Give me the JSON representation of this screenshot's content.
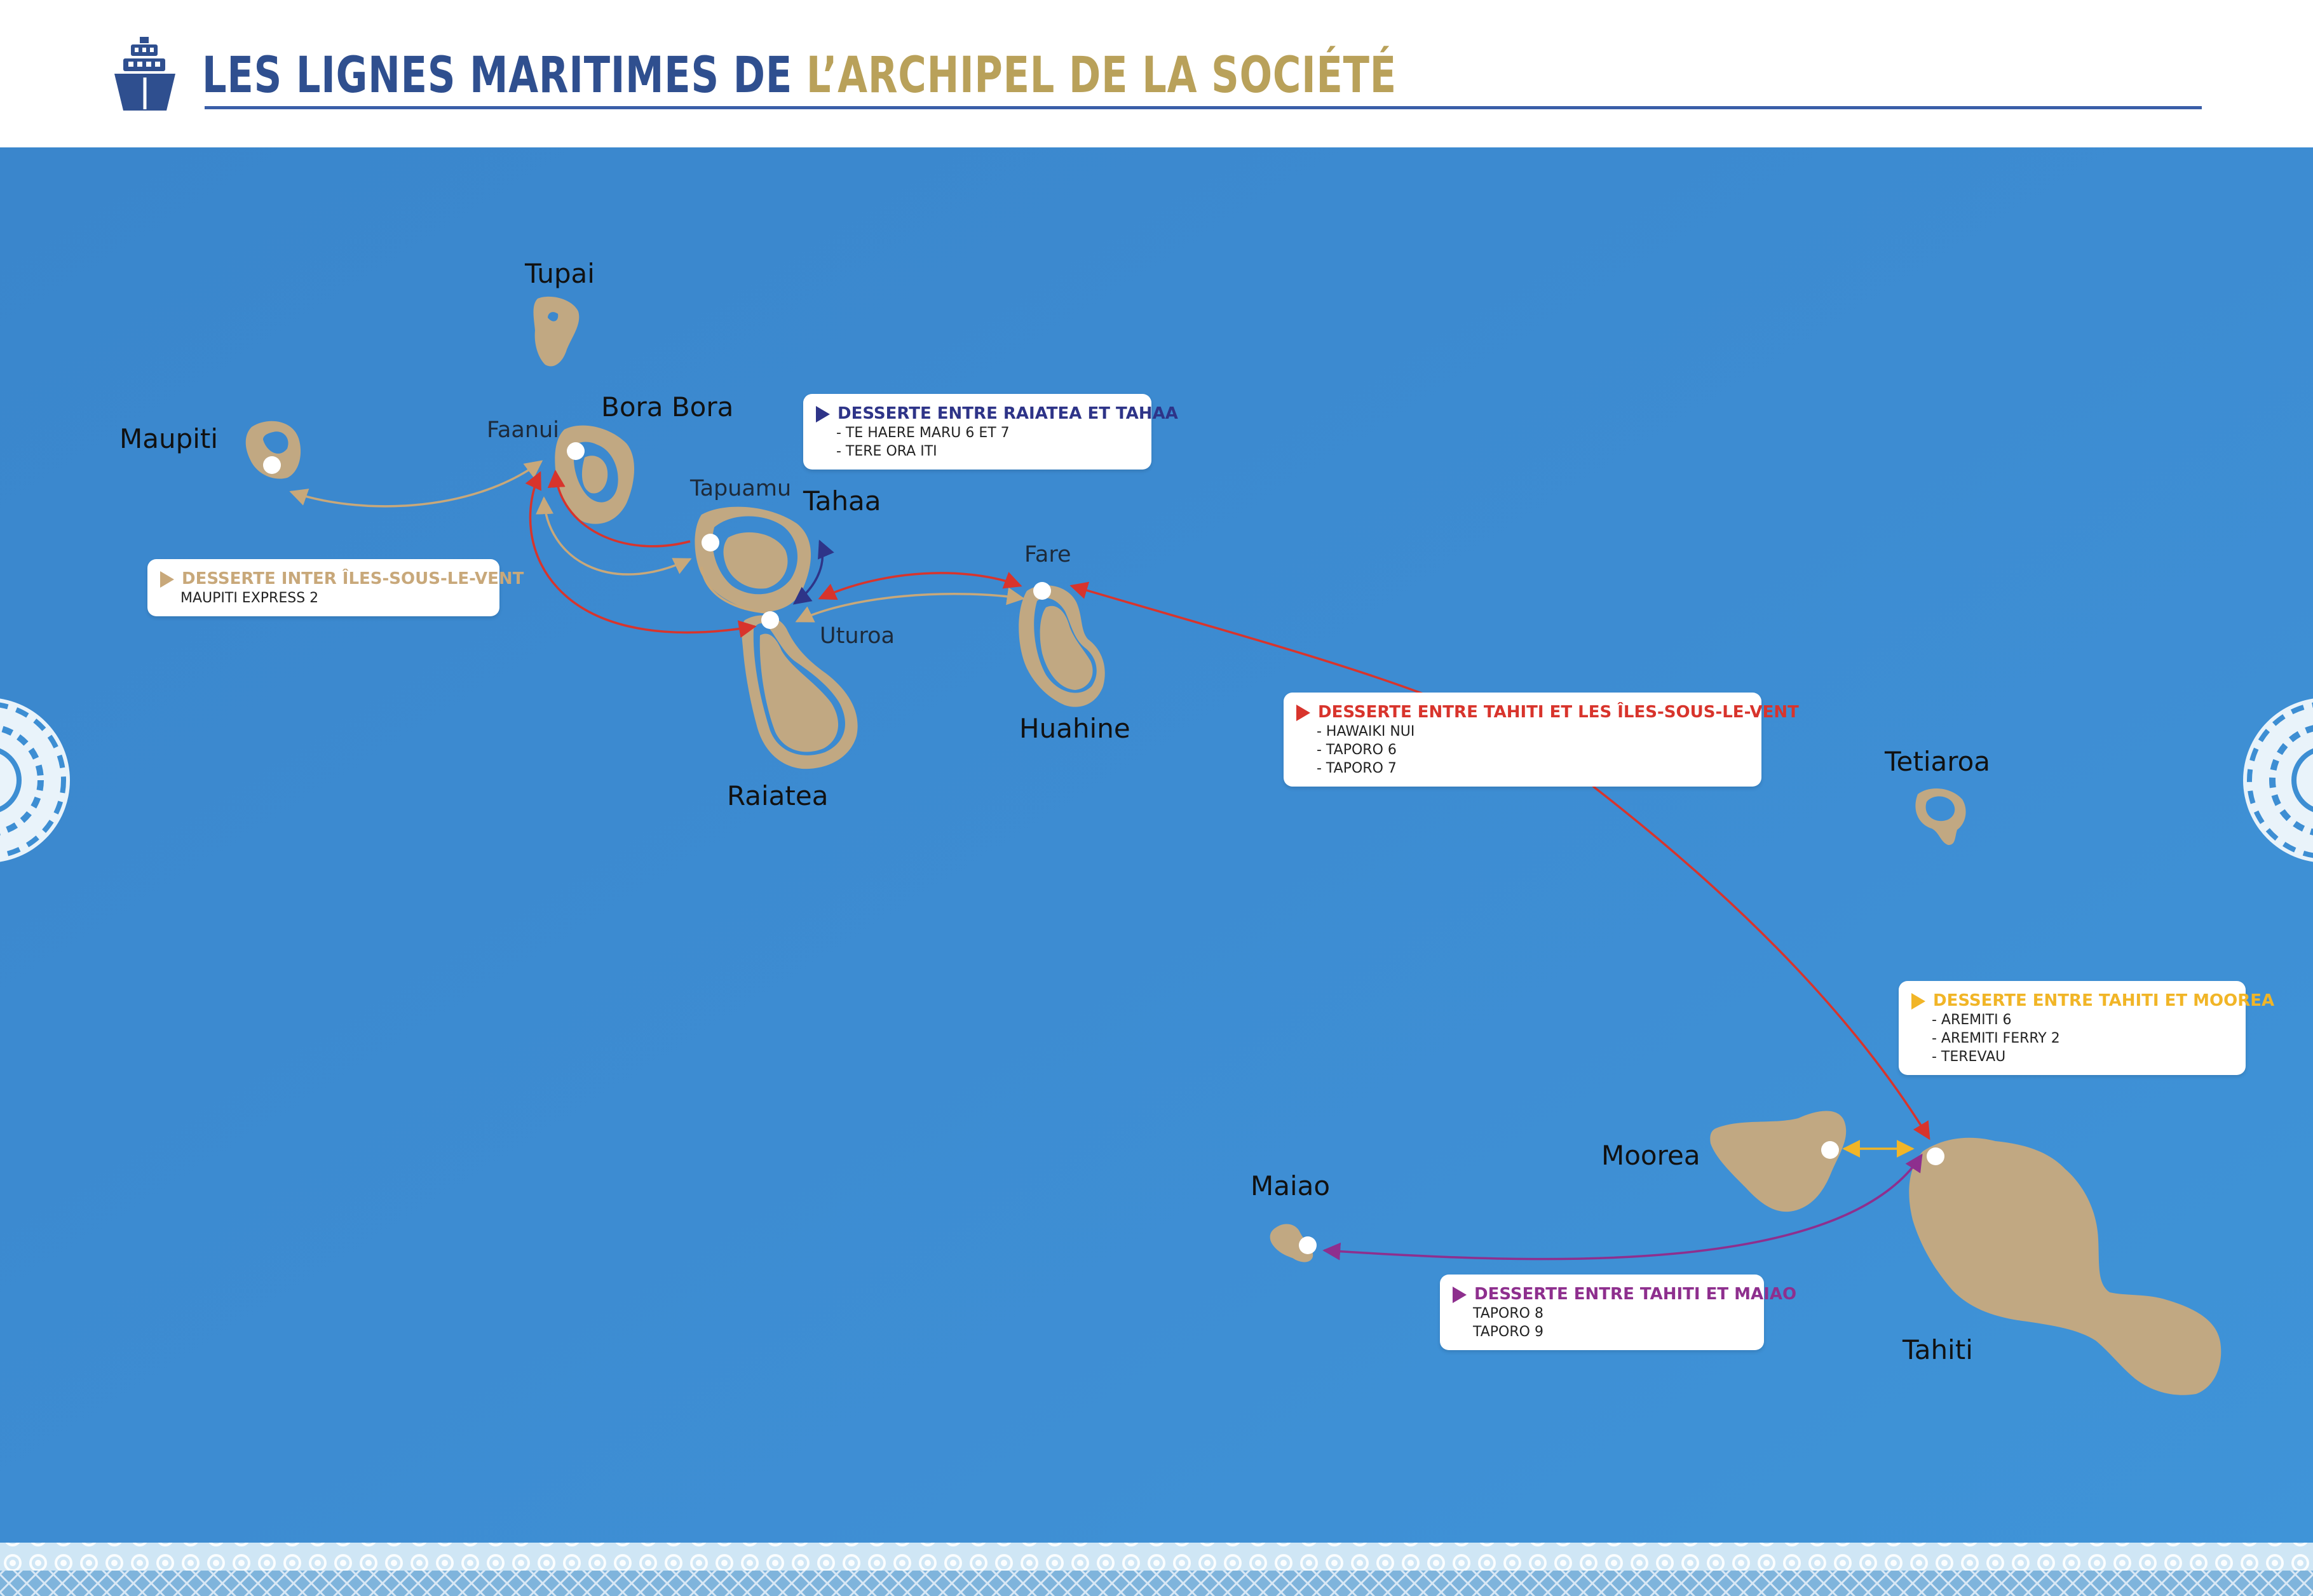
{
  "header": {
    "title_part1": "LES LIGNES MARITIMES DE ",
    "title_part2": "L’ARCHIPEL DE LA SOCIÉTÉ",
    "icon": "ship-icon",
    "colors": {
      "title_part1": "#2f4f8f",
      "title_part2": "#b9a15a",
      "rule": "#3a5ea8"
    }
  },
  "colors": {
    "sea": "#3d8ed3",
    "land": "#c1a882",
    "route_tan": "#c8a87a",
    "route_red": "#d8342c",
    "route_navy": "#2e3488",
    "route_yellow": "#f1b527",
    "route_purple": "#8e2f8e"
  },
  "islands": {
    "tupai": "Tupai",
    "maupiti": "Maupiti",
    "bora_bora": "Bora Bora",
    "tahaa": "Tahaa",
    "raiatea": "Raiatea",
    "huahine": "Huahine",
    "tetiaroa": "Tetiaroa",
    "moorea": "Moorea",
    "maiao": "Maiao",
    "tahiti": "Tahiti"
  },
  "ports": {
    "faanui": "Faanui",
    "tapuamu": "Tapuamu",
    "uturoa": "Uturoa",
    "fare": "Fare"
  },
  "routes": {
    "raiatea_tahaa": {
      "title": "DESSERTE ENTRE RAIATEA ET TAHAA",
      "color": "#2e3488",
      "lines": [
        "- TE HAERE MARU 6 ET 7",
        "- TERE ORA ITI"
      ]
    },
    "inter_iles": {
      "title": "DESSERTE INTER ÎLES-SOUS-LE-VENT",
      "color": "#c8a87a",
      "lines": [
        "MAUPITI EXPRESS 2"
      ]
    },
    "tahiti_iles": {
      "title": "DESSERTE ENTRE TAHITI ET LES  ÎLES-SOUS-LE-VENT",
      "color": "#d8342c",
      "lines": [
        "- HAWAIKI NUI",
        "- TAPORO 6",
        "- TAPORO 7"
      ]
    },
    "tahiti_moorea": {
      "title": "DESSERTE ENTRE TAHITI ET MOOREA",
      "color": "#f1b527",
      "lines": [
        "- AREMITI 6",
        "- AREMITI FERRY 2",
        "- TEREVAU"
      ]
    },
    "tahiti_maiao": {
      "title": "DESSERTE ENTRE TAHITI ET MAIAO",
      "color": "#8e2f8e",
      "lines": [
        "TAPORO 8",
        "TAPORO 9"
      ]
    }
  }
}
